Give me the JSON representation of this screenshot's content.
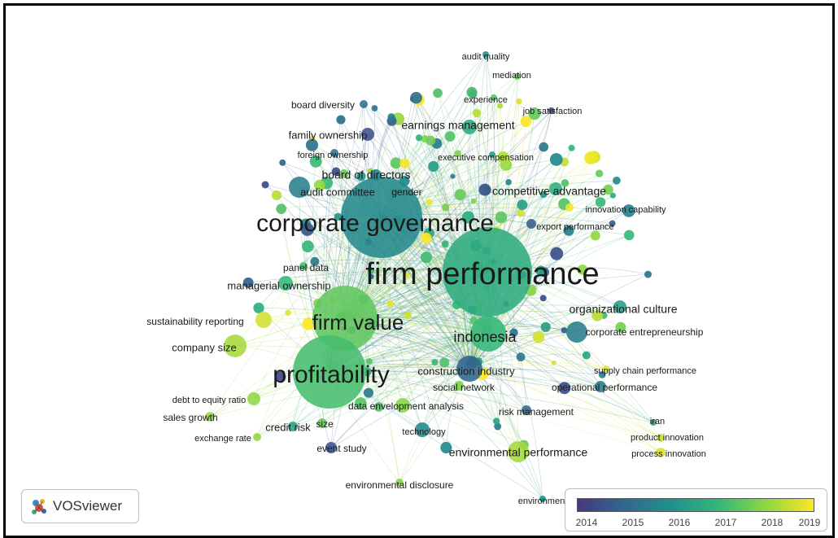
{
  "app": {
    "name": "VOSviewer"
  },
  "legend": {
    "years": [
      "2014",
      "2015",
      "2016",
      "2017",
      "2018",
      "2019"
    ],
    "colors": [
      "#443983",
      "#31688e",
      "#21918c",
      "#35b779",
      "#8fd744",
      "#fde725"
    ]
  },
  "terms": [
    {
      "label": "audit quality",
      "year": 2015.8
    },
    {
      "label": "mediation",
      "year": 2017.6
    },
    {
      "label": "experience",
      "year": 2017.3
    },
    {
      "label": "job satisfaction",
      "year": 2014.6
    },
    {
      "label": "board diversity",
      "year": 2015.2
    },
    {
      "label": "earnings management",
      "year": 2016.6
    },
    {
      "label": "family ownership",
      "year": 2014.5
    },
    {
      "label": "foreign ownership",
      "year": 2015.4
    },
    {
      "label": "executive compensation",
      "year": 2016.2
    },
    {
      "label": "board of directors",
      "year": 2015.7
    },
    {
      "label": "audit committee",
      "year": 2015.6
    },
    {
      "label": "gender",
      "year": 2017.4
    },
    {
      "label": "competitive advantage",
      "year": 2016.7
    },
    {
      "label": "innovation capability",
      "year": 2018.9
    },
    {
      "label": "corporate governance",
      "year": 2015.8
    },
    {
      "label": "export performance",
      "year": 2014.8
    },
    {
      "label": "panel data",
      "year": 2017.2
    },
    {
      "label": "firm performance",
      "year": 2016.7
    },
    {
      "label": "managerial ownership",
      "year": 2017.0
    },
    {
      "label": "organizational culture",
      "year": 2016.3
    },
    {
      "label": "sustainability reporting",
      "year": 2018.6
    },
    {
      "label": "firm value",
      "year": 2017.5
    },
    {
      "label": "indonesia",
      "year": 2017.0
    },
    {
      "label": "corporate entrepreneurship",
      "year": 2015.5
    },
    {
      "label": "company size",
      "year": 2018.2
    },
    {
      "label": "construction industry",
      "year": 2015.0
    },
    {
      "label": "supply chain performance",
      "year": 2018.8
    },
    {
      "label": "profitability",
      "year": 2017.2
    },
    {
      "label": "social network",
      "year": 2017.8
    },
    {
      "label": "operational performance",
      "year": 2015.4
    },
    {
      "label": "debt to equity ratio",
      "year": 2018.0
    },
    {
      "label": "data envelopment analysis",
      "year": 2017.9
    },
    {
      "label": "risk management",
      "year": 2015.0
    },
    {
      "label": "sales growth",
      "year": 2018.1
    },
    {
      "label": "credit risk",
      "year": 2016.4
    },
    {
      "label": "size",
      "year": 2017.6
    },
    {
      "label": "technology",
      "year": 2015.8
    },
    {
      "label": "iran",
      "year": 2016.5
    },
    {
      "label": "exchange rate",
      "year": 2018.0
    },
    {
      "label": "event study",
      "year": 2014.6
    },
    {
      "label": "product innovation",
      "year": 2018.5
    },
    {
      "label": "environmental performance",
      "year": 2018.2
    },
    {
      "label": "process innovation",
      "year": 2018.7
    },
    {
      "label": "environmental disclosure",
      "year": 2017.9
    },
    {
      "label": "environment",
      "year": 2016.0
    }
  ]
}
